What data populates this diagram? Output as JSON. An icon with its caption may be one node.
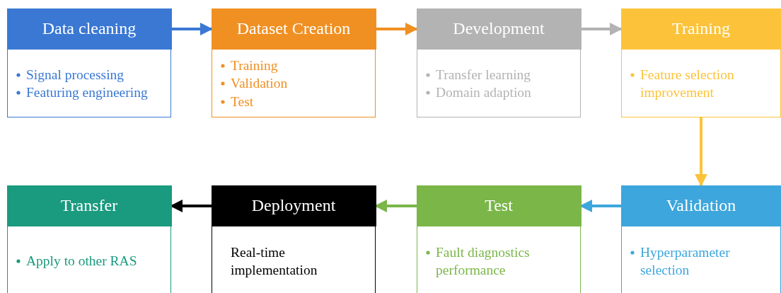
{
  "diagram": {
    "nodes": [
      {
        "text": [
          "Data cleaning",
          "Signal processing",
          "Featuring engineering"
        ]
      },
      {
        "text": [
          "Dataset Creation",
          "Training",
          "Validation",
          "Test"
        ]
      },
      {
        "text": [
          "Development",
          "Transfer learning",
          "Domain adaption"
        ]
      },
      {
        "text": [
          "Training",
          "Feature selection improvement"
        ]
      },
      {
        "text": [
          "Validation",
          "Hyperparameter selection"
        ]
      },
      {
        "text": [
          "Test",
          "Fault diagnostics performance"
        ]
      },
      {
        "text": [
          "Deployment",
          "Real-time implementation"
        ]
      },
      {
        "text": [
          "Transfer",
          "Apply to other RAS"
        ]
      }
    ],
    "edges": [
      {
        "from": 0,
        "to": 1,
        "arrow": "to",
        "color": "#3a78d4"
      },
      {
        "from": 1,
        "to": 2,
        "arrow": "to",
        "color": "#f09022"
      },
      {
        "from": 2,
        "to": 3,
        "arrow": "to",
        "color": "#b3b3b3"
      },
      {
        "from": 3,
        "to": 4,
        "arrow": "to",
        "color": "#fcc33a"
      },
      {
        "from": 4,
        "to": 5,
        "arrow": "to",
        "color": "#3da6dc"
      },
      {
        "from": 5,
        "to": 6,
        "arrow": "to",
        "color": "#7ab648"
      },
      {
        "from": 6,
        "to": 7,
        "arrow": "to",
        "color": "#000000"
      }
    ]
  }
}
